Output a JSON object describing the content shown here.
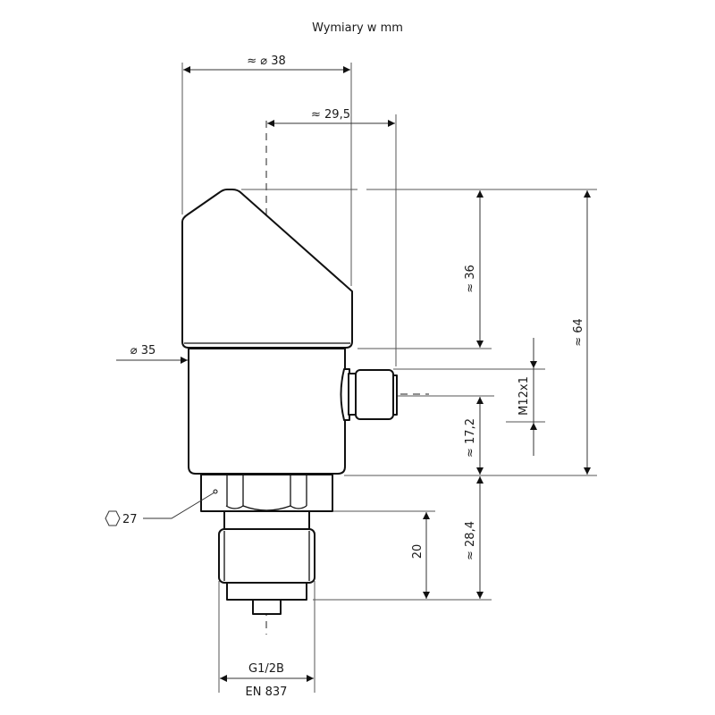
{
  "title": "Wymiary w mm",
  "dimensions": {
    "overall_diameter": "≈ ⌀ 38",
    "connector_offset": "≈ 29,5",
    "body_diameter": "⌀ 35",
    "head_height": "≈ 36",
    "total_height": "≈ 64",
    "connector_thread": "M12x1",
    "connector_height": "≈ 17,2",
    "thread_length": "20",
    "process_connection_height": "≈ 28,4",
    "hex_size": "27",
    "process_thread": "G1/2B",
    "standard": "EN 837"
  },
  "icons": {
    "hex": "hexagon-wrench-size-icon"
  }
}
